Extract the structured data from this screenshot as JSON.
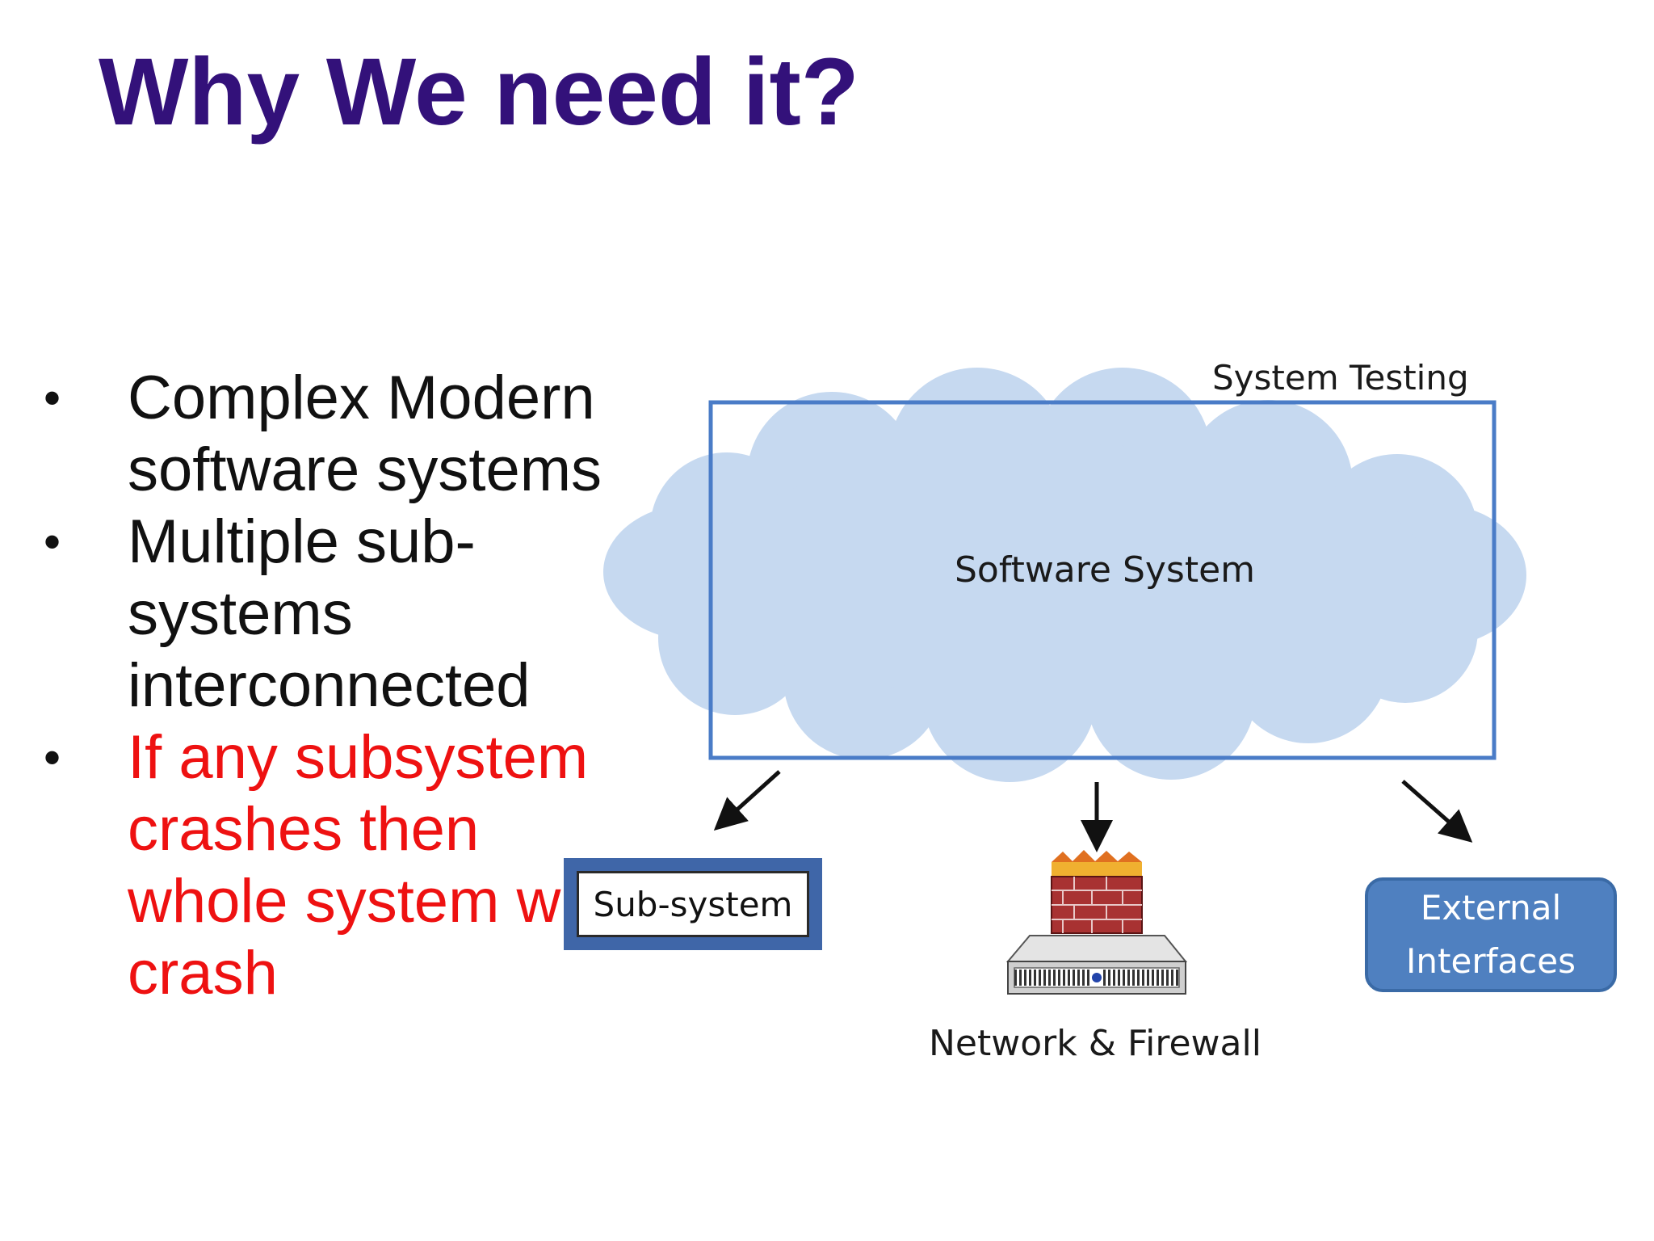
{
  "slide": {
    "title": "Why We need it?",
    "bullets": [
      {
        "text": "Complex Modern software systems",
        "highlight": false
      },
      {
        "text": "Multiple sub-systems interconnected",
        "highlight": false
      },
      {
        "text": "If any subsystem crashes then whole system will crash",
        "highlight": true
      }
    ]
  },
  "diagram": {
    "system_testing_label": "System Testing",
    "cloud_label": "Software System",
    "subsystem_label": "Sub-system",
    "external_interfaces_line1": "External",
    "external_interfaces_line2": "Interfaces",
    "network_label": "Network & Firewall"
  },
  "colors": {
    "title": "#33117a",
    "highlight_text": "#ee1111",
    "frame_border": "#4a7cc7",
    "cloud_fill": "#c6d9f0",
    "external_box": "#4f80c0",
    "brick": "#a83232"
  }
}
